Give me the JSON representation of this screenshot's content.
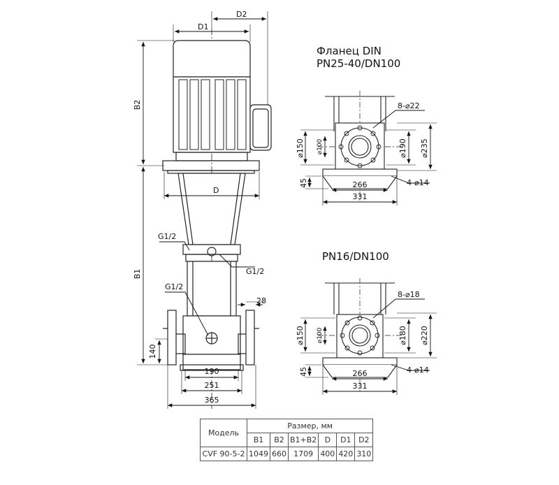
{
  "labels": {
    "d1": "D1",
    "d2": "D2",
    "b1": "B1",
    "b2": "B2",
    "d": "D",
    "g1": "G1/2",
    "g2": "G1/2",
    "g3": "G1/2",
    "l140": "140",
    "l28": "28",
    "l190": "190",
    "l251": "251",
    "l365": "365"
  },
  "flange_din": {
    "title_line1": "Фланец DIN",
    "title_line2": "PN25-40/DN100",
    "bolts": "8-⌀22",
    "d150": "⌀150",
    "d100": "⌀100",
    "d190": "⌀190",
    "d235": "⌀235",
    "h45": "45",
    "w266": "266",
    "w331": "331",
    "holes": "4-⌀14"
  },
  "flange_pn16": {
    "title": "PN16/DN100",
    "bolts": "8-⌀18",
    "d150": "⌀150",
    "d100": "⌀100",
    "d180": "⌀180",
    "d220": "⌀220",
    "h45": "45",
    "w266": "266",
    "w331": "331",
    "holes": "4-⌀14"
  },
  "table": {
    "model_header": "Модель",
    "size_header": "Размер, мм",
    "columns": [
      "B1",
      "B2",
      "B1+B2",
      "D",
      "D1",
      "D2"
    ],
    "rows": [
      {
        "model": "CVF 90-5-2",
        "values": [
          "1049",
          "660",
          "1709",
          "400",
          "420",
          "310"
        ]
      }
    ]
  }
}
